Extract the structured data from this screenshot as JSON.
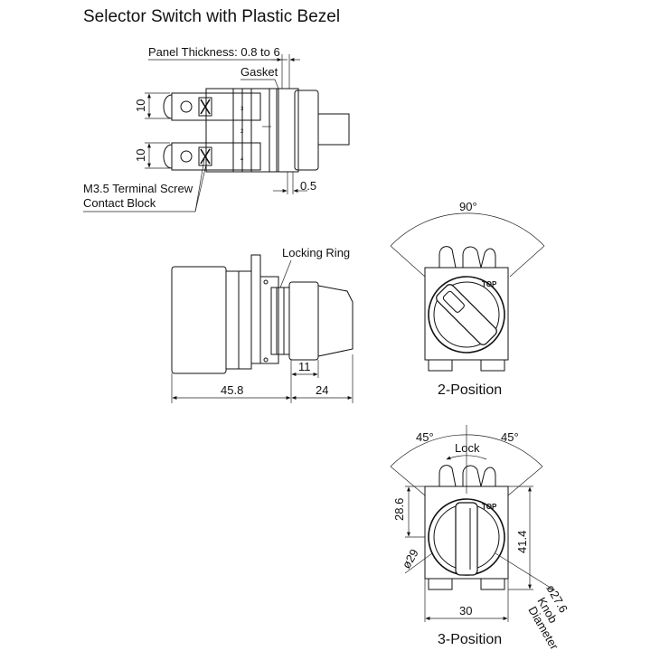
{
  "title": "Selector Switch with Plastic Bezel",
  "top_view": {
    "panel_thickness": "Panel Thickness: 0.8 to 6",
    "gasket": "Gasket",
    "dim_10_upper": "10",
    "dim_10_lower": "10",
    "dim_05": "0.5",
    "terminal_screw": "M3.5 Terminal Screw",
    "contact_block": "Contact Block",
    "block_numbers": [
      "3",
      "2",
      "4"
    ]
  },
  "side_view": {
    "locking_ring": "Locking Ring",
    "dim_11": "11",
    "dim_45_8": "45.8",
    "dim_24": "24"
  },
  "two_position": {
    "angle": "90°",
    "top_mark": "TOP",
    "caption": "2-Position"
  },
  "three_position": {
    "angle_left": "45°",
    "angle_right": "45°",
    "lock": "Lock",
    "top_mark": "TOP",
    "dim_28_6": "28.6",
    "dim_41_4": "41.4",
    "dim_29": "ø29",
    "dim_30": "30",
    "dim_27_6": "ø27.6",
    "knob": "Knob",
    "diameter": "Diameter",
    "caption": "3-Position"
  }
}
